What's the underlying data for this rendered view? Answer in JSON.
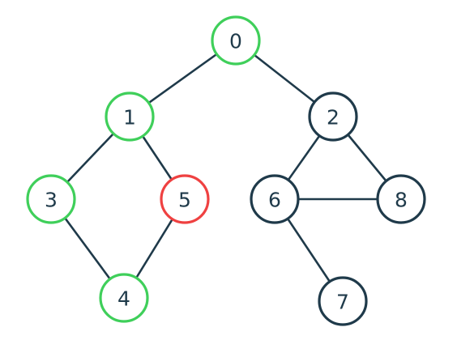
{
  "colors": {
    "visited": "#3fcf5a",
    "current": "#ef4141",
    "unvisited": "#1f3a4a",
    "edge": "#1f3a4a"
  },
  "nodes": [
    {
      "id": "0",
      "label": "0",
      "state": "visited"
    },
    {
      "id": "1",
      "label": "1",
      "state": "visited"
    },
    {
      "id": "2",
      "label": "2",
      "state": "unvisited"
    },
    {
      "id": "3",
      "label": "3",
      "state": "visited"
    },
    {
      "id": "5",
      "label": "5",
      "state": "current"
    },
    {
      "id": "4",
      "label": "4",
      "state": "visited"
    },
    {
      "id": "6",
      "label": "6",
      "state": "unvisited"
    },
    {
      "id": "8",
      "label": "8",
      "state": "unvisited"
    },
    {
      "id": "7",
      "label": "7",
      "state": "unvisited"
    }
  ],
  "edges": [
    [
      "0",
      "1"
    ],
    [
      "0",
      "2"
    ],
    [
      "1",
      "3"
    ],
    [
      "1",
      "5"
    ],
    [
      "3",
      "4"
    ],
    [
      "5",
      "4"
    ],
    [
      "2",
      "6"
    ],
    [
      "2",
      "8"
    ],
    [
      "6",
      "8"
    ],
    [
      "6",
      "7"
    ]
  ]
}
